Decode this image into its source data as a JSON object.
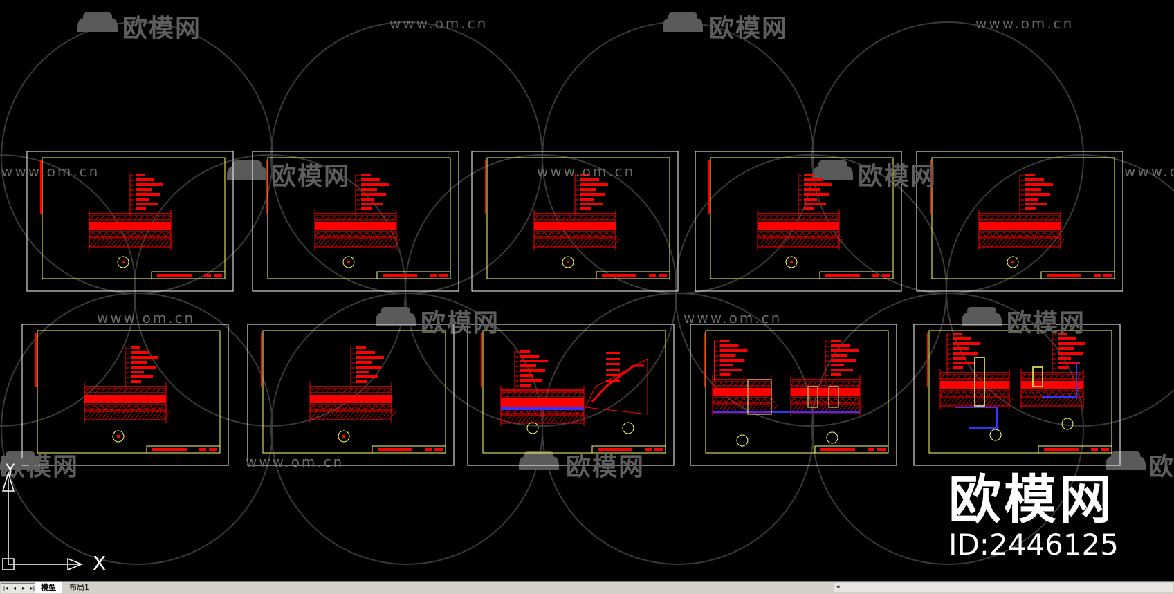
{
  "watermark": {
    "url": "www.om.cn",
    "brand_cn": "欧模网"
  },
  "brand_overlay": {
    "name": "欧模网",
    "id_text": "ID:2446125"
  },
  "ucs": {
    "x_label": "X",
    "y_label": "Y"
  },
  "tabs": {
    "nav_buttons": [
      "|◂",
      "◂",
      "▸",
      "▸|"
    ],
    "items": [
      {
        "label": "模型",
        "active": true
      },
      {
        "label": "布局1",
        "active": false
      }
    ]
  },
  "scrollbar": {
    "arrow": "◂"
  },
  "sheets": {
    "count": 10,
    "row1": [
      "section",
      "section",
      "section",
      "section",
      "section"
    ],
    "row2": [
      "section",
      "section",
      "double-slope",
      "double-step",
      "double-wall"
    ]
  },
  "colors": {
    "background": "#000000",
    "sheet_border": "#ffffff",
    "title_frame": "#ffff66",
    "annotation": "#ff0000",
    "hatch_blue": "#3333ff",
    "watermark": "#6a6a6a",
    "brand": "#ffffff"
  }
}
